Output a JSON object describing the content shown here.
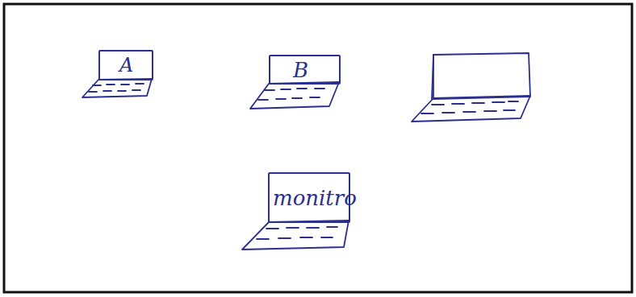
{
  "diagram": {
    "nodes": [
      {
        "text": [
          "A"
        ]
      },
      {
        "text": [
          "B"
        ]
      },
      {
        "text": [
          "monitro"
        ]
      }
    ]
  }
}
